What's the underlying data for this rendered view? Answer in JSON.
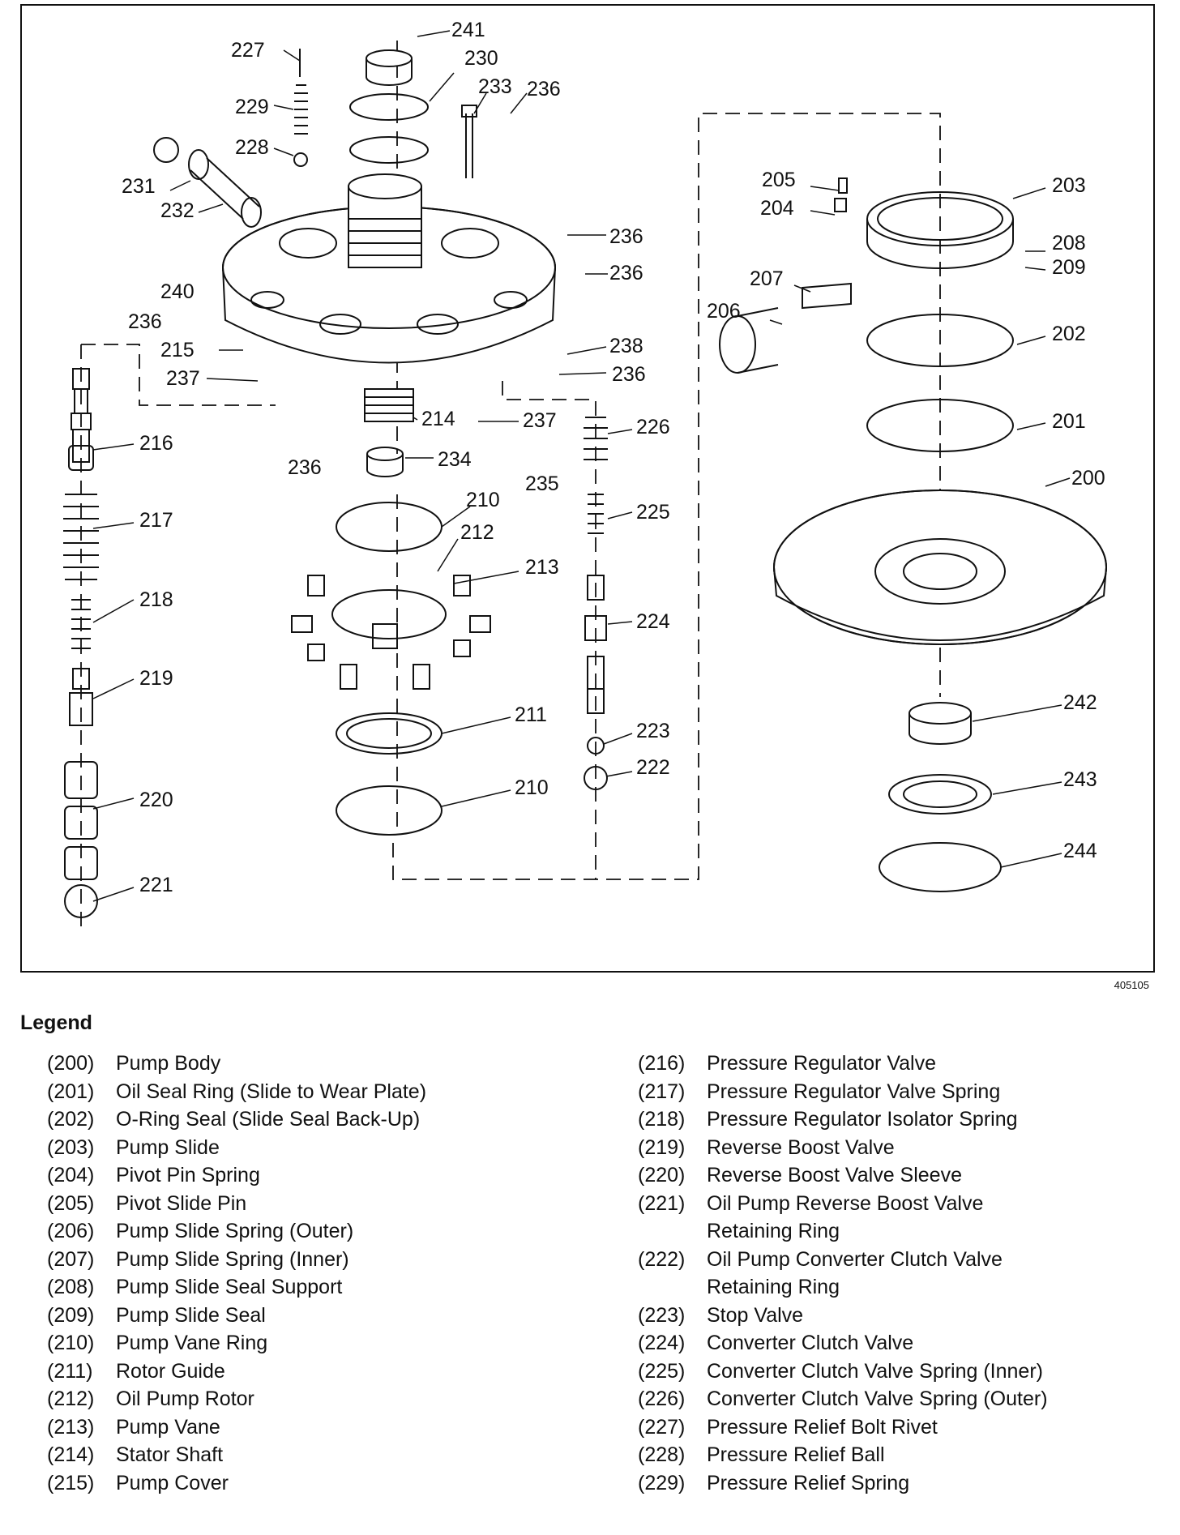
{
  "figure_id": "405105",
  "callouts": [
    "241",
    "227",
    "230",
    "233",
    "236",
    "229",
    "228",
    "231",
    "232",
    "240",
    "236",
    "215",
    "237",
    "216",
    "217",
    "218",
    "219",
    "220",
    "221",
    "236",
    "236",
    "236",
    "238",
    "214",
    "237",
    "236",
    "234",
    "235",
    "210",
    "212",
    "213",
    "226",
    "225",
    "224",
    "211",
    "223",
    "222",
    "210",
    "205",
    "203",
    "204",
    "208",
    "209",
    "207",
    "206",
    "202",
    "201",
    "200",
    "242",
    "243",
    "244"
  ],
  "legend": {
    "title": "Legend",
    "left": [
      {
        "num": "(200)",
        "text": "Pump Body"
      },
      {
        "num": "(201)",
        "text": "Oil Seal Ring (Slide to Wear Plate)"
      },
      {
        "num": "(202)",
        "text": "O-Ring Seal (Slide Seal Back-Up)"
      },
      {
        "num": "(203)",
        "text": "Pump Slide"
      },
      {
        "num": "(204)",
        "text": "Pivot Pin Spring"
      },
      {
        "num": "(205)",
        "text": "Pivot Slide Pin"
      },
      {
        "num": "(206)",
        "text": "Pump Slide Spring (Outer)"
      },
      {
        "num": "(207)",
        "text": "Pump Slide Spring (Inner)"
      },
      {
        "num": "(208)",
        "text": "Pump Slide Seal Support"
      },
      {
        "num": "(209)",
        "text": "Pump Slide Seal"
      },
      {
        "num": "(210)",
        "text": "Pump Vane Ring"
      },
      {
        "num": "(211)",
        "text": "Rotor Guide"
      },
      {
        "num": "(212)",
        "text": "Oil Pump Rotor"
      },
      {
        "num": "(213)",
        "text": "Pump Vane"
      },
      {
        "num": "(214)",
        "text": "Stator Shaft"
      },
      {
        "num": "(215)",
        "text": "Pump Cover"
      }
    ],
    "right": [
      {
        "num": "(216)",
        "text": "Pressure Regulator Valve"
      },
      {
        "num": "(217)",
        "text": "Pressure Regulator Valve Spring"
      },
      {
        "num": "(218)",
        "text": "Pressure Regulator Isolator Spring"
      },
      {
        "num": "(219)",
        "text": "Reverse Boost Valve"
      },
      {
        "num": "(220)",
        "text": "Reverse Boost Valve Sleeve"
      },
      {
        "num": "(221)",
        "text": "Oil Pump Reverse Boost Valve",
        "text2": "Retaining Ring"
      },
      {
        "num": "(222)",
        "text": "Oil Pump Converter Clutch Valve",
        "text2": "Retaining Ring"
      },
      {
        "num": "(223)",
        "text": "Stop Valve"
      },
      {
        "num": "(224)",
        "text": "Converter Clutch Valve"
      },
      {
        "num": "(225)",
        "text": "Converter Clutch Valve Spring (Inner)"
      },
      {
        "num": "(226)",
        "text": "Converter Clutch Valve Spring (Outer)"
      },
      {
        "num": "(227)",
        "text": "Pressure Relief Bolt Rivet"
      },
      {
        "num": "(228)",
        "text": "Pressure Relief Ball"
      },
      {
        "num": "(229)",
        "text": "Pressure Relief Spring"
      }
    ]
  }
}
